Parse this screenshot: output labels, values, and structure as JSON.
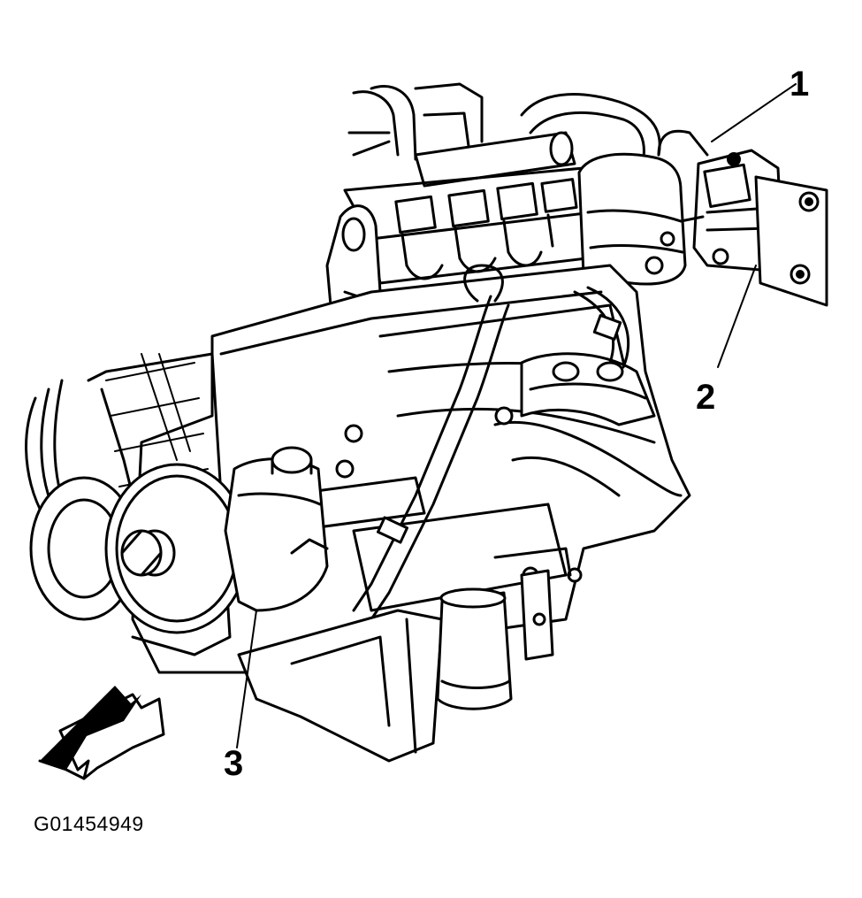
{
  "figure": {
    "id": "G01454949"
  },
  "callouts": [
    {
      "label": "1"
    },
    {
      "label": "2"
    },
    {
      "label": "3"
    }
  ],
  "icons": {
    "direction_arrow": "front-direction-arrow-icon"
  },
  "colors": {
    "line": "#000000",
    "background": "#ffffff"
  }
}
